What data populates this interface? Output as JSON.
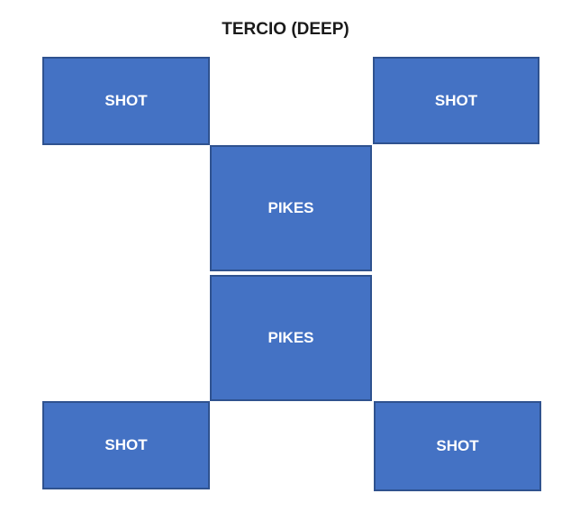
{
  "title": "TERCIO (DEEP)",
  "colors": {
    "box_fill": "#4472C4",
    "box_border": "#2F528F",
    "box_text": "#FFFFFF",
    "title_text": "#1A1A1A",
    "background": "#FFFFFF"
  },
  "boxes": [
    {
      "id": "shot-top-left",
      "label": "SHOT"
    },
    {
      "id": "shot-top-right",
      "label": "SHOT"
    },
    {
      "id": "pikes-upper",
      "label": "PIKES"
    },
    {
      "id": "pikes-lower",
      "label": "PIKES"
    },
    {
      "id": "shot-bottom-left",
      "label": "SHOT"
    },
    {
      "id": "shot-bottom-right",
      "label": "SHOT"
    }
  ]
}
